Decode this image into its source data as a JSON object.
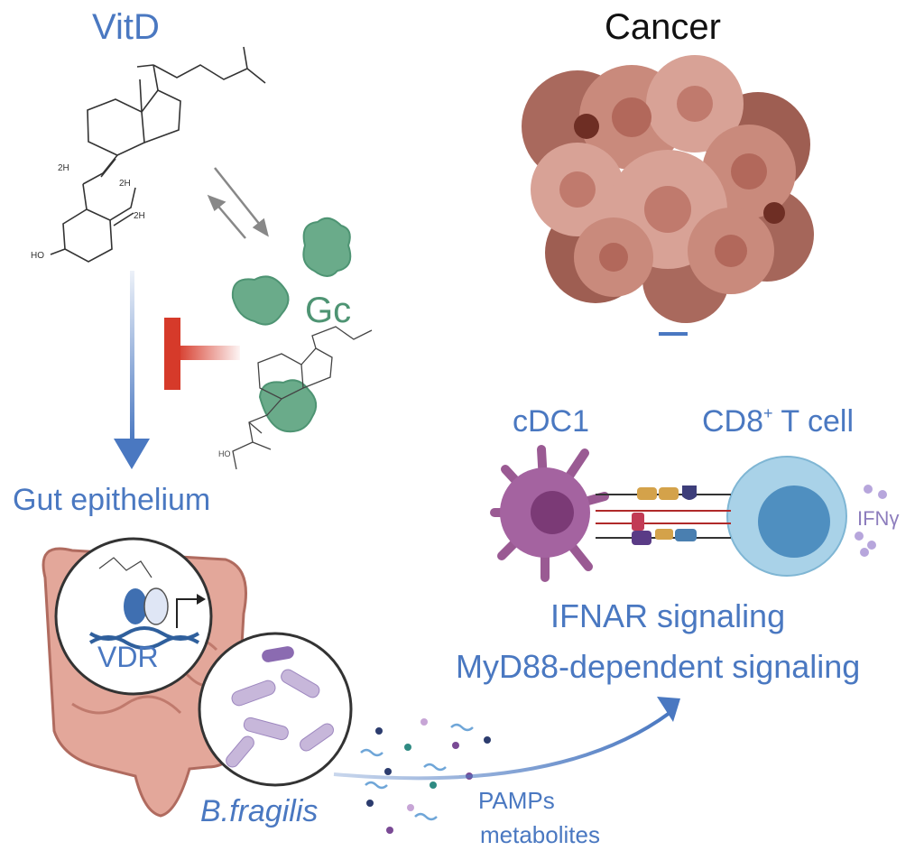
{
  "vitd_label": "VitD",
  "cancer_label": "Cancer",
  "gc_label": "Gc",
  "gut_epithelium_label": "Gut epithelium",
  "vdr_label": "VDR",
  "bfragilis_label": "B.fragilis",
  "pamps_label": "PAMPs",
  "metabolites_label": "metabolites",
  "cdc1_label": "cDC1",
  "cd8_label_prefix": "CD8",
  "cd8_label_sup": "+",
  "cd8_label_suffix": " T cell",
  "ifng_label": "IFNγ",
  "ifnar_label": "IFNAR signaling",
  "myd88_label": "MyD88-dependent signaling",
  "colors": {
    "label_blue": "#4a78c1",
    "gc_green": "#4e9473",
    "inhibit_red": "#d63a2a",
    "cancer_pink": "#c98a7c",
    "dc_purple": "#9a5a93",
    "tcell_blue": "#8fc5e0"
  }
}
